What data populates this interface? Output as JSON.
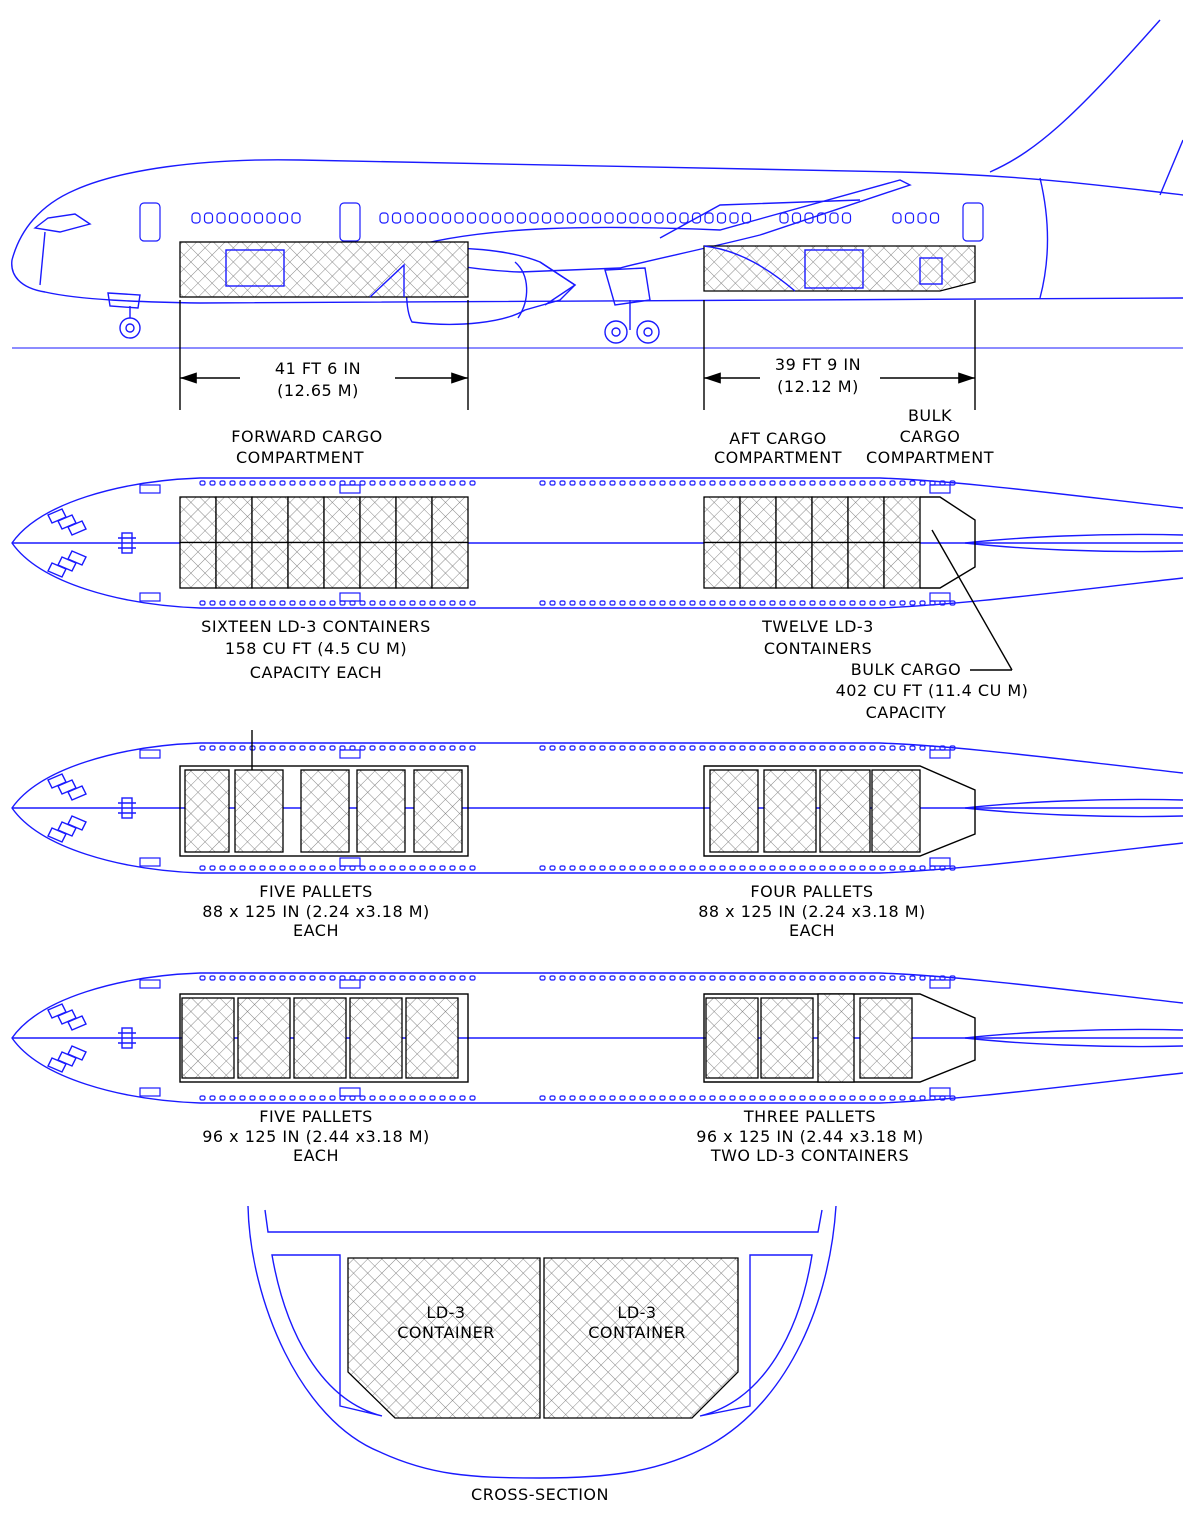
{
  "dimensions": {
    "forward_length": "41 FT 6 IN",
    "forward_length_metric": "(12.65 M)",
    "aft_length": "39 FT 9 IN",
    "aft_length_metric": "(12.12 M)"
  },
  "compartments": {
    "forward": [
      "FORWARD CARGO",
      "COMPARTMENT"
    ],
    "aft": [
      "AFT CARGO",
      "COMPARTMENT"
    ],
    "bulk": [
      "BULK",
      "CARGO",
      "COMPARTMENT"
    ]
  },
  "configs": [
    {
      "forward_caption": [
        "SIXTEEN LD-3 CONTAINERS",
        "158 CU FT (4.5 CU M)",
        "CAPACITY EACH"
      ],
      "aft_caption": [
        "TWELVE LD-3",
        "CONTAINERS"
      ],
      "bulk_caption": [
        "BULK CARGO",
        "402 CU FT (11.4 CU M)",
        "CAPACITY"
      ]
    },
    {
      "forward_caption": [
        "FIVE PALLETS",
        "88 x 125 IN (2.24 x3.18 M)",
        "EACH"
      ],
      "aft_caption": [
        "FOUR PALLETS",
        "88 x 125 IN (2.24 x3.18 M)",
        "EACH"
      ]
    },
    {
      "forward_caption": [
        "FIVE PALLETS",
        "96 x 125 IN (2.44 x3.18 M)",
        "EACH"
      ],
      "aft_caption": [
        "THREE PALLETS",
        "96 x 125 IN (2.44 x3.18 M)",
        "TWO LD-3 CONTAINERS"
      ]
    }
  ],
  "cross_section": {
    "left_container": [
      "LD-3",
      "CONTAINER"
    ],
    "right_container": [
      "LD-3",
      "CONTAINER"
    ],
    "title": "CROSS-SECTION"
  },
  "colors": {
    "outline": "#1a1aff",
    "cargo": "#000000",
    "hatch": "#7a7a7a"
  }
}
